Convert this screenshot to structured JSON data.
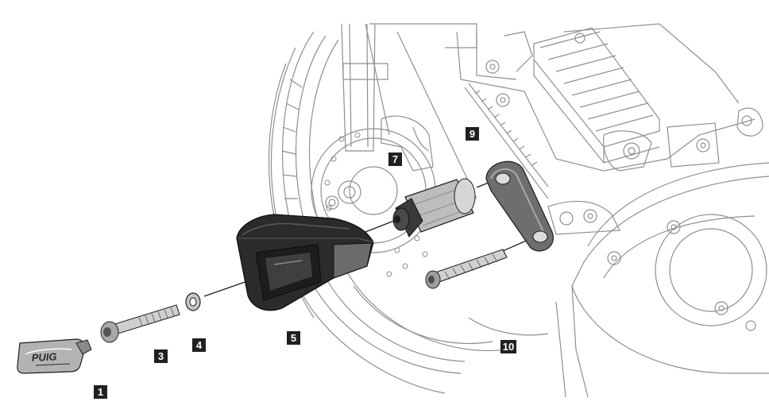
{
  "diagram": {
    "colors": {
      "line_art": "#8a8a8a",
      "part_dark": "#2b2b2b",
      "part_mid": "#6e6e6e",
      "part_light": "#c9c9c9",
      "label_bg": "#231f20",
      "label_text": "#ffffff"
    },
    "callouts": [
      {
        "id": "1",
        "part": "cap-insert"
      },
      {
        "id": "3",
        "part": "long-bolt"
      },
      {
        "id": "4",
        "part": "washer"
      },
      {
        "id": "5",
        "part": "slider-puck"
      },
      {
        "id": "7",
        "part": "spacer-mount"
      },
      {
        "id": "9",
        "part": "bracket"
      },
      {
        "id": "10",
        "part": "bracket-bolt"
      }
    ],
    "logo_text": "PUIG"
  }
}
